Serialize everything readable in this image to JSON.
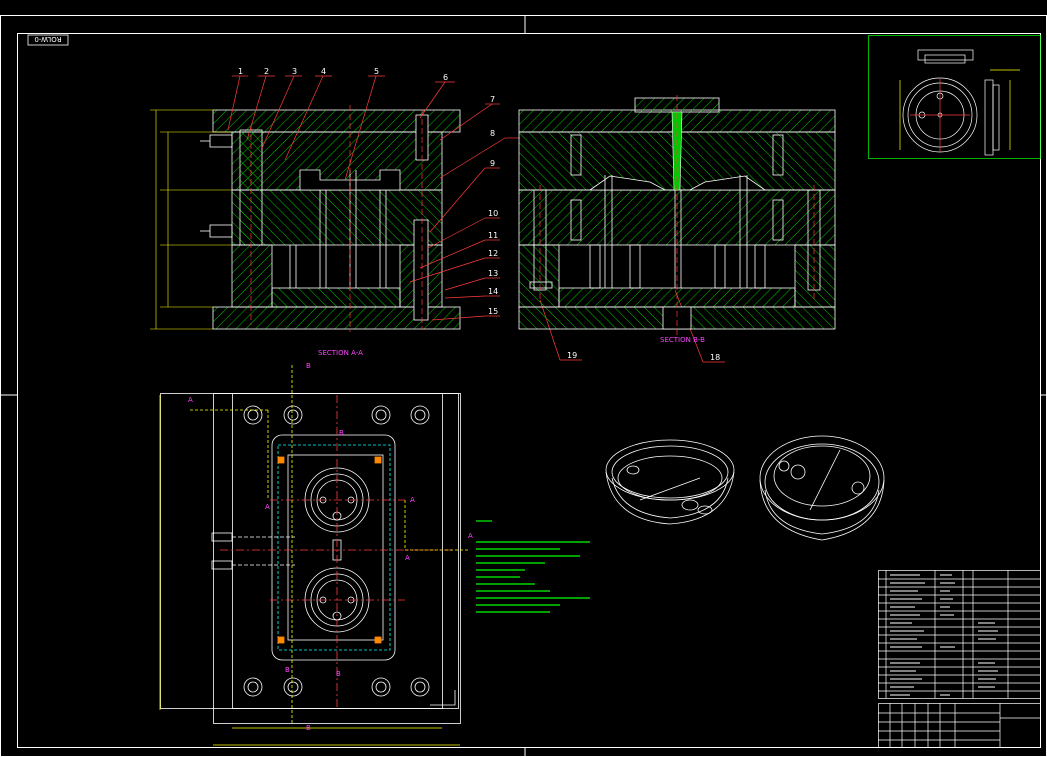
{
  "drawing": {
    "rotated_stamp": "ROLW-0",
    "section_a": "SECTION A-A",
    "section_b": "SECTION B-B",
    "part_numbers": [
      "1",
      "2",
      "3",
      "4",
      "5",
      "6",
      "7",
      "8",
      "9",
      "10",
      "11",
      "12",
      "13",
      "14",
      "15",
      "18",
      "19"
    ],
    "view_markers": {
      "a": "A",
      "b": "B"
    }
  },
  "colors": {
    "background": "#000000",
    "frame": "#ffffff",
    "hatch": "#00ff00",
    "leader": "#ff3b3b",
    "dimension": "#ffff00",
    "section_label": "#ff44ff",
    "notes": "#00ff00"
  }
}
